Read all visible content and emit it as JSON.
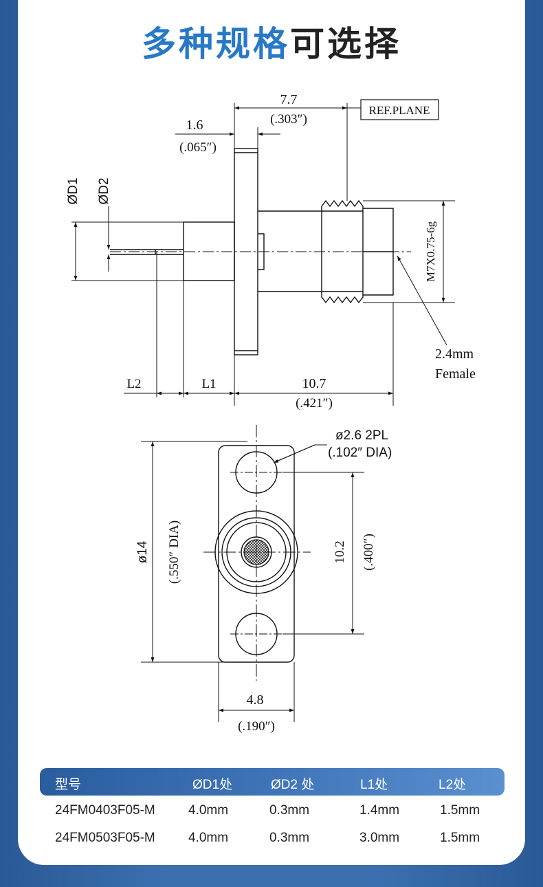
{
  "page": {
    "title_part1": "多种规格",
    "title_part2": "可选择"
  },
  "side_view": {
    "dim_overall": "7.7",
    "dim_overall_in": "(.303″)",
    "ref_plane": "REF.PLANE",
    "dim_flange": "1.6",
    "dim_flange_in": "(.065″)",
    "label_d1": "ØD1",
    "label_d2": "ØD2",
    "thread": "M7X0.75-6g",
    "connector_size": "2.4mm",
    "connector_gender": "Female",
    "label_l2": "L2",
    "label_l1": "L1",
    "dim_body": "10.7",
    "dim_body_in": "(.421″)"
  },
  "front_view": {
    "hole_dim": "ø2.6  2PL",
    "hole_dim_in": "(.102″  DIA)",
    "dia_dim": "ø14",
    "dia_dim_in": "(.550″  DIA)",
    "hole_spacing": "10.2",
    "hole_spacing_in": "(.400″)",
    "width_dim": "4.8",
    "width_dim_in": "(.190″)"
  },
  "table": {
    "headers": [
      "型号",
      "ØD1处",
      "ØD2 处",
      "L1处",
      "L2处"
    ],
    "rows": [
      [
        "24FM0403F05-M",
        "4.0mm",
        "0.3mm",
        "1.4mm",
        "1.5mm"
      ],
      [
        "24FM0503F05-M",
        "4.0mm",
        "0.3mm",
        "3.0mm",
        "1.5mm"
      ]
    ]
  }
}
